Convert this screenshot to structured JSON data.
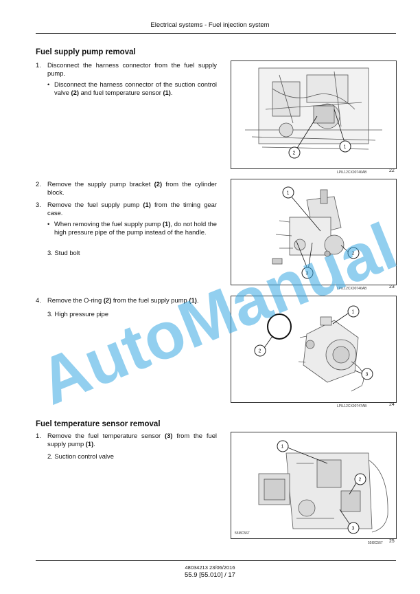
{
  "header": {
    "title": "Electrical systems - Fuel injection system"
  },
  "section1": {
    "title": "Fuel supply pump removal",
    "steps": [
      {
        "num": "1.",
        "text": "Disconnect the harness connector from the fuel supply pump.",
        "bullet_pre": "Disconnect the harness connector of the suction control valve ",
        "bullet_b1": "(2)",
        "bullet_mid": " and fuel temperature sensor ",
        "bullet_b2": "(1)",
        "bullet_post": "."
      },
      {
        "num": "2.",
        "text_pre": "Remove the supply pump bracket ",
        "text_b": "(2)",
        "text_post": " from the cylinder block."
      },
      {
        "num": "3.",
        "text_pre": "Remove the fuel supply pump ",
        "text_b": "(1)",
        "text_post": " from the timing gear case.",
        "bullet_pre": "When removing the fuel supply pump ",
        "bullet_b": "(1)",
        "bullet_post": ", do not hold the high pressure pipe of the pump instead of the handle.",
        "note": "3.  Stud bolt"
      },
      {
        "num": "4.",
        "text_pre": "Remove the O-ring ",
        "text_b1": "(2)",
        "text_mid": " from the fuel supply pump ",
        "text_b2": "(1)",
        "text_post": ".",
        "note": "3.  High pressure pipe"
      }
    ]
  },
  "section2": {
    "title": "Fuel temperature sensor removal",
    "steps": [
      {
        "num": "1.",
        "text_pre": "Remove the fuel temperature sensor ",
        "text_b1": "(3)",
        "text_mid": " from the fuel supply pump ",
        "text_b2": "(1)",
        "text_post": ".",
        "note": "2.  Suction control valve"
      }
    ]
  },
  "figures": [
    {
      "caption": "LPIL12CX00746AB",
      "number": "22",
      "callouts": [
        "2",
        "1"
      ]
    },
    {
      "caption": "LPIL12CX00746AB",
      "number": "23",
      "callouts": [
        "1",
        "2",
        "3"
      ]
    },
    {
      "caption": "LPIL12CX00747AB",
      "number": "24",
      "callouts": [
        "1",
        "2",
        "3"
      ]
    },
    {
      "caption": "55I8C567",
      "inner_caption": "55I8C567",
      "number": "25",
      "callouts": [
        "1",
        "2",
        "3"
      ]
    }
  ],
  "watermark": "AutoManual",
  "footer": {
    "doc": "48034213 23/06/2016",
    "page": "55.9 [55.010] / 17"
  },
  "colors": {
    "watermark": "#3aa9e3",
    "text": "#111111"
  }
}
